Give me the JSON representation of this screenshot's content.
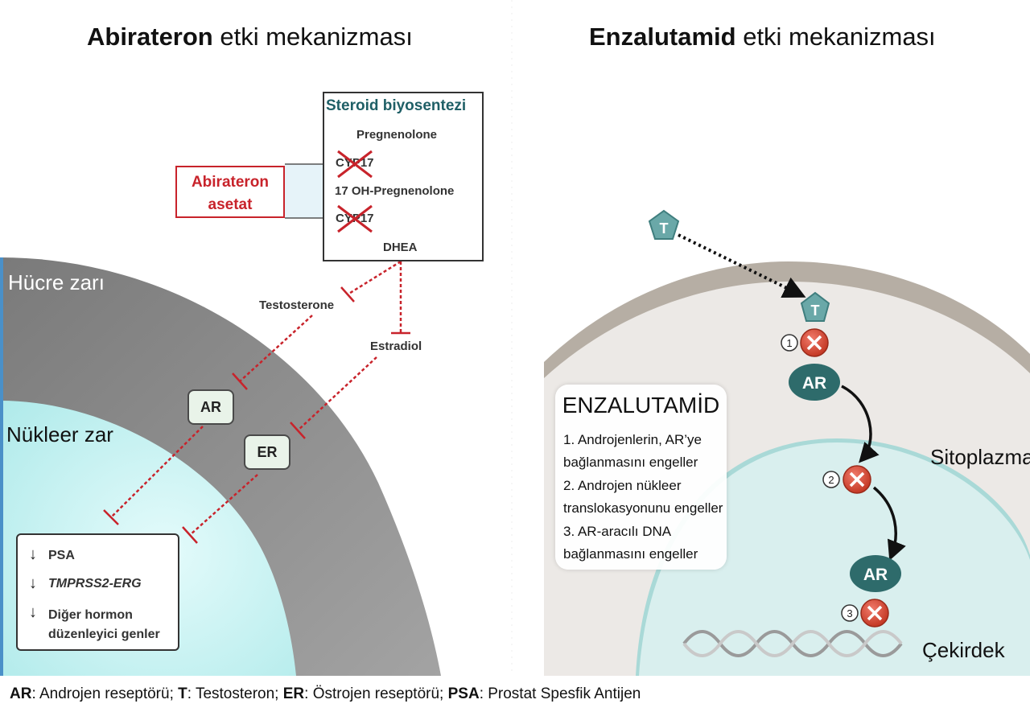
{
  "left_title": {
    "bold": "Abirateron",
    "rest": " etki mekanizması"
  },
  "right_title": {
    "bold": "Enzalutamid",
    "rest": " etki mekanizması"
  },
  "steroid": {
    "title": "Steroid biyosentezi",
    "pregnenolone": "Pregnenolone",
    "cyp17_a": "CYP17",
    "oh_preg": "17 OH-Pregnenolone",
    "cyp17_b": "CYP17",
    "dhea": "DHEA"
  },
  "abiraterone": {
    "label": "Abirateron asetat"
  },
  "testosterone": "Testosterone",
  "estradiol": "Estradiol",
  "receptors": {
    "ar": "AR",
    "er": "ER"
  },
  "regions_left": {
    "cell_membrane": "Hücre zarı",
    "nuclear_membrane": "Nükleer zar"
  },
  "effects": {
    "psa": "PSA",
    "tmprss": "TMPRSS2-ERG",
    "other": "Diğer hormon düzenleyici genler"
  },
  "enzalutamide": {
    "title": "ENZALUTAMİD",
    "line1a": "1. Androjenlerin, AR’ye",
    "line1b": "bağlanmasını engeller",
    "line2a": "2. Androjen nükleer",
    "line2b": "translokasyonunu engeller",
    "line3a": "3. AR-aracılı DNA",
    "line3b": "bağlanmasını engeller"
  },
  "right_diagram": {
    "t_label": "T",
    "ar_label": "AR",
    "step1": "1",
    "step2": "2",
    "step3": "3",
    "cytoplasm": "Sitoplazma",
    "nucleus": "Çekirdek"
  },
  "footer": {
    "ar_abbr": "AR",
    "ar_def": ": Androjen reseptörü; ",
    "t_abbr": "T",
    "t_def": ": Testosteron; ",
    "er_abbr": "ER",
    "er_def": ": Östrojen reseptörü; ",
    "psa_abbr": "PSA",
    "psa_def": ": Prostat Spesfik Antijen"
  },
  "colors": {
    "inhibit_red": "#c8232b",
    "steroid_title": "#1f5f66",
    "membrane_gray": "#8c8c8c",
    "nucleus_cyan": "#c9f1f1",
    "teal_molecule": "#2e6b6b"
  }
}
